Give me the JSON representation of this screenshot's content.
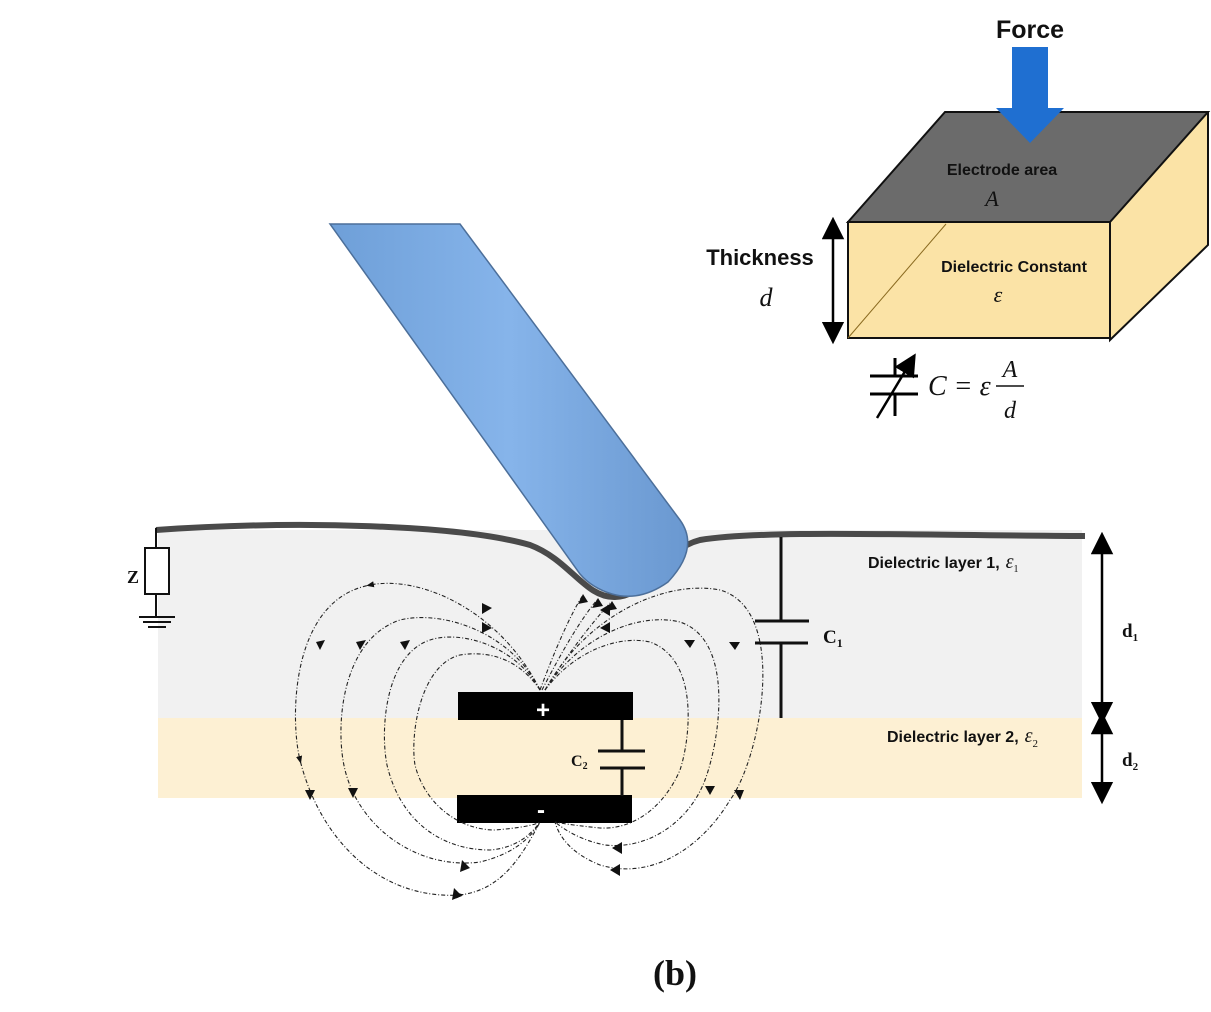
{
  "figure": {
    "panel_label": "(b)",
    "inset": {
      "force_label": "Force",
      "electrode_label": "Electrode area",
      "electrode_symbol": "A",
      "thickness_label": "Thickness",
      "thickness_symbol": "d",
      "dielectric_label": "Dielectric Constant",
      "dielectric_symbol": "ε",
      "formula_lhs": "C = ε",
      "formula_num": "A",
      "formula_den": "d",
      "colors": {
        "force_arrow": "#1f6fd1",
        "electrode": "#6b6b6b",
        "dielectric": "#fbe3a6"
      }
    },
    "main": {
      "impedance_label": "Z",
      "layer1_label": "Dielectric layer 1,",
      "layer1_symbol": "ε",
      "layer1_sub": "1",
      "layer2_label": "Dielectric layer 2,",
      "layer2_symbol": "ε",
      "layer2_sub": "2",
      "c1_label": "C",
      "c1_sub": "1",
      "c2_label": "C",
      "c2_sub": "2",
      "d1_label": "d",
      "d1_sub": "1",
      "d2_label": "d",
      "d2_sub": "2",
      "plus_sign": "+",
      "minus_sign": "-",
      "colors": {
        "probe": "#7fb0e8",
        "layer1": "#f1f1f1",
        "layer2": "#fdf0d3",
        "membrane": "#4a4a4a"
      }
    }
  }
}
